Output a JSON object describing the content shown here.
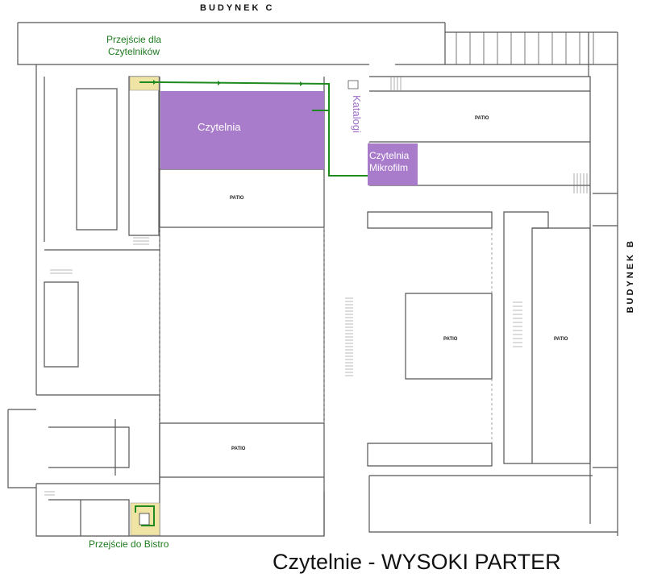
{
  "header": {
    "building_top": "BUDYNEK C",
    "building_right": "BUDYNEK B"
  },
  "rooms": {
    "reading_room": "Czytelnia",
    "microfilm_line1": "Czytelnia",
    "microfilm_line2": "Mikrofilm",
    "catalog": "Katalogi"
  },
  "passages": {
    "readers_line1": "Przejście dla",
    "readers_line2": "Czytelników",
    "bistro": "Przejście do Bistro"
  },
  "patios": [
    "PATIO",
    "PATIO",
    "PATIO",
    "PATIO",
    "PATIO"
  ],
  "footer": {
    "title": "Czytelnie - WYSOKI PARTER"
  },
  "colors": {
    "reading_room": "#a97bcb",
    "passage_highlight": "#f0e4a4",
    "route": "#1f8a1f",
    "walls": "#555555"
  }
}
